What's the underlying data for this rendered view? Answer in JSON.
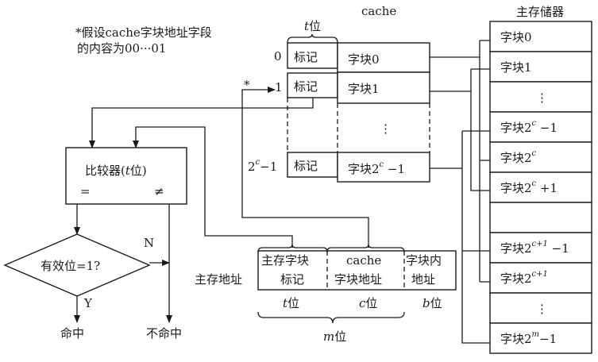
{
  "note": {
    "line1": "*假设cache字块地址字段",
    "line2": "的内容为00···01"
  },
  "cache": {
    "title": "cache",
    "tag_width_label": {
      "var": "t",
      "unit": "位"
    },
    "row_labels": [
      {
        "base": "0",
        "sup": "",
        "suffix": ""
      },
      {
        "base": "1",
        "sup": "",
        "suffix": ""
      },
      {
        "base": "2",
        "sup": "c",
        "suffix": "−1"
      }
    ],
    "star": "*",
    "tag": "标记",
    "blocks": [
      {
        "base": "字块0",
        "sup": "",
        "suffix": ""
      },
      {
        "base": "字块1",
        "sup": "",
        "suffix": ""
      },
      {
        "base": "⋮",
        "sup": "",
        "suffix": ""
      },
      {
        "base": "字块2",
        "sup": "c",
        "suffix": " −1"
      }
    ]
  },
  "memory": {
    "title": "主存储器",
    "rows": [
      {
        "base": "字块0",
        "sup": "",
        "suffix": ""
      },
      {
        "base": "字块1",
        "sup": "",
        "suffix": ""
      },
      {
        "base": "⋮",
        "sup": "",
        "suffix": ""
      },
      {
        "base": "字块2",
        "sup": "c",
        "suffix": " −1"
      },
      {
        "base": "字块2",
        "sup": "c",
        "suffix": ""
      },
      {
        "base": "字块2",
        "sup": "c",
        "suffix": " +1"
      },
      {
        "base": "",
        "sup": "",
        "suffix": ""
      },
      {
        "base": "字块2",
        "sup": "c+1",
        "suffix": " −1"
      },
      {
        "base": "字块2",
        "sup": "c+1",
        "suffix": ""
      },
      {
        "base": "⋮",
        "sup": "",
        "suffix": ""
      },
      {
        "base": "字块2",
        "sup": "m",
        "suffix": "−1"
      }
    ]
  },
  "comparator": {
    "label_pre": "比较器(",
    "var": "t",
    "label_post": "位)",
    "eq": "=",
    "neq": "≠"
  },
  "decision": {
    "label": "有效位=1?",
    "yes": "Y",
    "no": "N"
  },
  "outcomes": {
    "hit": "命中",
    "miss": "不命中"
  },
  "address": {
    "label": "主存地址",
    "fields": [
      {
        "line1": "主存字块",
        "line2": "标记",
        "var": "t",
        "unit": "位"
      },
      {
        "line1": "cache",
        "line2": "字块地址",
        "var": "c",
        "unit": "位"
      },
      {
        "line1": "字块内",
        "line2": "地址",
        "var": "b",
        "unit": "位"
      }
    ],
    "total": {
      "var": "m",
      "unit": "位"
    }
  }
}
